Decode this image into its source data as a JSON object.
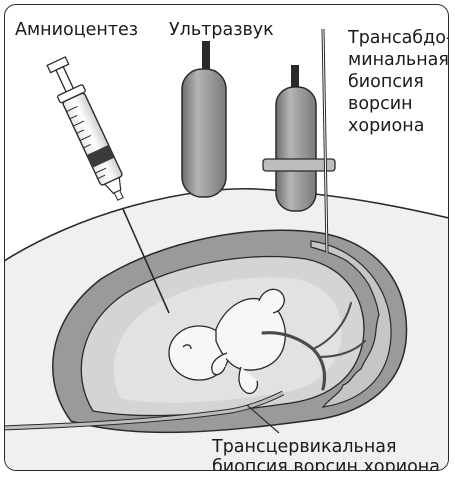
{
  "labels": {
    "amniocentesis": "Амниоцентез",
    "ultrasound": "Ультразвук",
    "transabdominal": "Трансабдо-\nминальная\nбиопсия\nворсин\nхориона",
    "transcervical": "Трансцервикальная\nбиопсия ворсин хориона"
  },
  "colors": {
    "outline": "#2a2a2a",
    "body_fill": "#f0f0f0",
    "uterus_wall": "#9a9a9a",
    "amniotic": "#cfcfcf",
    "fetus": "#f4f4f4",
    "placenta": "#c6c6c6",
    "probe": "#8e8e8e",
    "cord": "#4a4a4a"
  }
}
